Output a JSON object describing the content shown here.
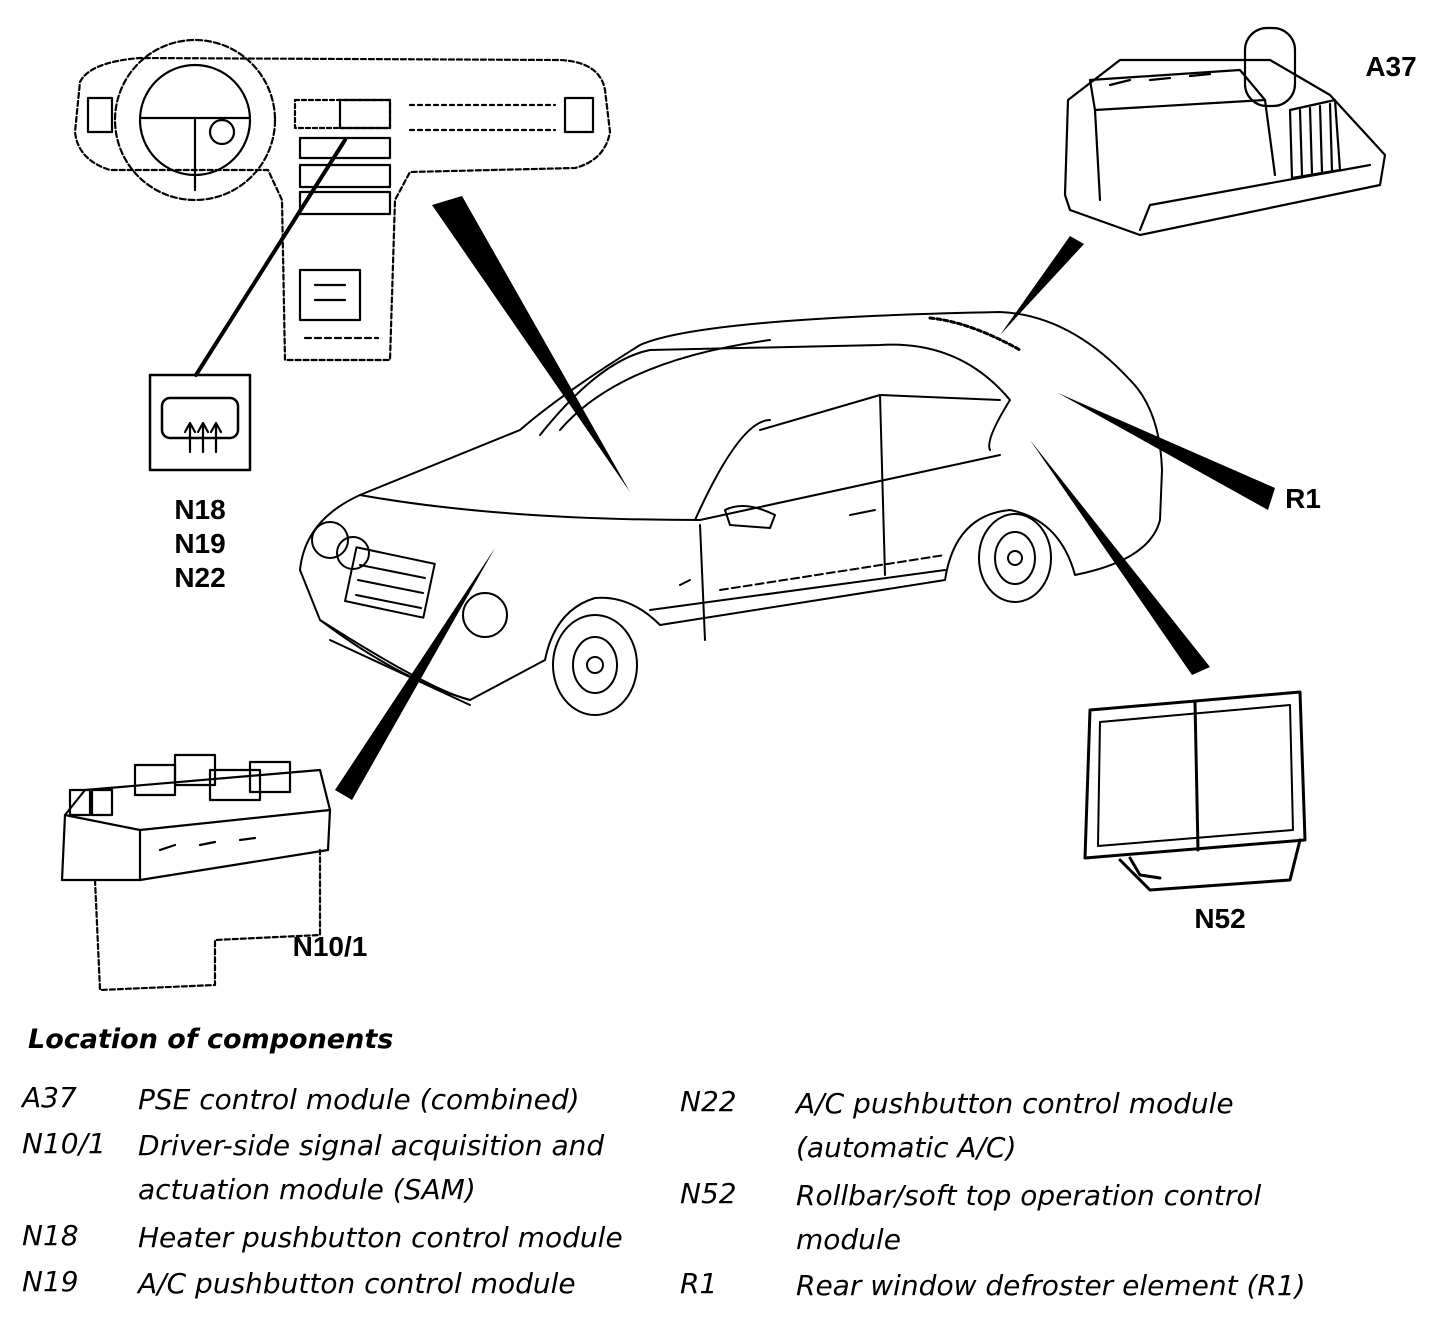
{
  "callouts": {
    "a37": "A37",
    "r1": "R1",
    "n18": "N18",
    "n19": "N19",
    "n22": "N22",
    "n52": "N52",
    "n10_1": "N10/1"
  },
  "legend": {
    "title": "Location of components",
    "left": [
      {
        "code": "A37",
        "lines": [
          "PSE control module (combined)"
        ]
      },
      {
        "code": "N10/1",
        "lines": [
          "Driver-side signal acquisition and",
          "actuation module (SAM)"
        ]
      },
      {
        "code": "N18",
        "lines": [
          "Heater pushbutton control module"
        ]
      },
      {
        "code": "N19",
        "lines": [
          "A/C pushbutton control module"
        ]
      }
    ],
    "right": [
      {
        "code": "N22",
        "lines": [
          "A/C pushbutton control module",
          "(automatic A/C)"
        ]
      },
      {
        "code": "N52",
        "lines": [
          "Rollbar/soft top operation control",
          "module"
        ]
      },
      {
        "code": "R1",
        "lines": [
          "Rear window defroster element (R1)"
        ]
      }
    ]
  }
}
